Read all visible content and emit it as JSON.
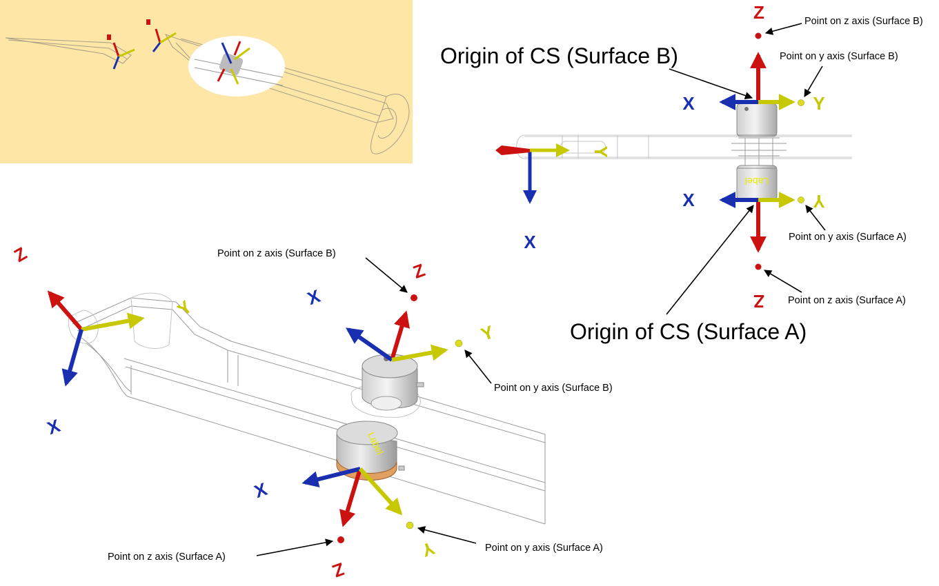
{
  "labels": {
    "top_z_b": "Point on z axis (Surface B)",
    "top_y_b": "Point on y axis (Surface B)",
    "top_origin_b": "Origin of CS (Surface B)",
    "top_y_a": "Point on y axis (Surface A)",
    "top_z_a": "Point on z axis (Surface A)",
    "top_origin_a": "Origin of CS (Surface A)",
    "iso_z_b": "Point on z axis (Surface B)",
    "iso_y_b": "Point on y axis (Surface B)",
    "iso_z_a": "Point on z axis (Surface A)",
    "iso_y_a": "Point on y axis (Surface A)"
  },
  "axis_letters": {
    "z": "Z",
    "x": "X",
    "y": "Y"
  },
  "part_label": "Label",
  "colors": {
    "z_axis": "#cc1111",
    "x_axis": "#1a2fb0",
    "y_axis": "#c8c800",
    "thumbnail_bg": "#fde6a6",
    "highlight": "#ffffff"
  }
}
